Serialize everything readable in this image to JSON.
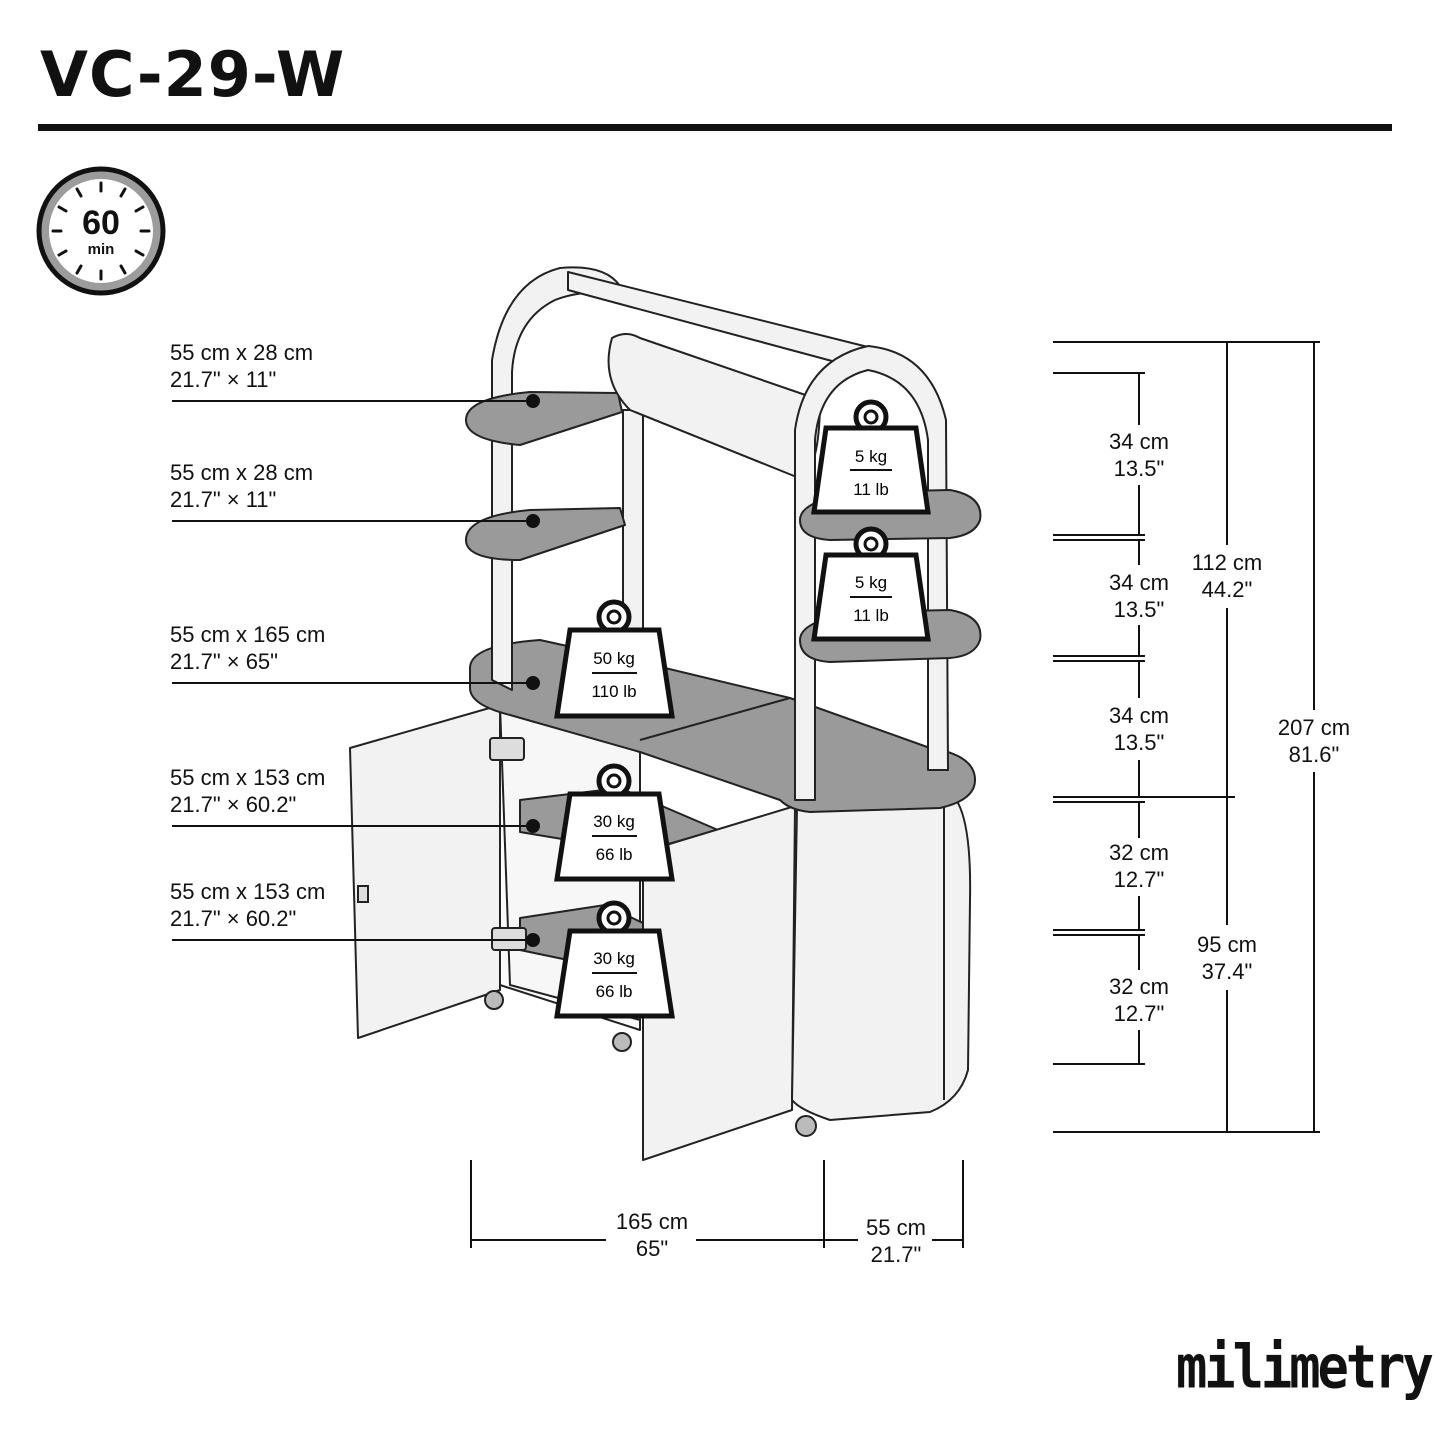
{
  "header": {
    "title": "VC-29-W"
  },
  "timer": {
    "value": "60",
    "unit": "min"
  },
  "shelf_labels": [
    {
      "size_cm": "55 cm x 28 cm",
      "size_in": "21.7\" × 11\""
    },
    {
      "size_cm": "55 cm x 28 cm",
      "size_in": "21.7\" × 11\""
    },
    {
      "size_cm": "55 cm x 165 cm",
      "size_in": "21.7\" × 65\""
    },
    {
      "size_cm": "55 cm x 153 cm",
      "size_in": "21.7\" × 60.2\""
    },
    {
      "size_cm": "55 cm x 153 cm",
      "size_in": "21.7\" × 60.2\""
    }
  ],
  "weights": [
    {
      "kg": "5 kg",
      "lb": "11 lb"
    },
    {
      "kg": "5 kg",
      "lb": "11 lb"
    },
    {
      "kg": "50 kg",
      "lb": "110 lb"
    },
    {
      "kg": "30 kg",
      "lb": "66 lb"
    },
    {
      "kg": "30 kg",
      "lb": "66 lb"
    }
  ],
  "vertical_dims": [
    {
      "cm": "34 cm",
      "in": "13.5\""
    },
    {
      "cm": "34 cm",
      "in": "13.5\""
    },
    {
      "cm": "34 cm",
      "in": "13.5\""
    },
    {
      "cm": "32 cm",
      "in": "12.7\""
    },
    {
      "cm": "32 cm",
      "in": "12.7\""
    }
  ],
  "section_dims": {
    "upper": {
      "cm": "112 cm",
      "in": "44.2\""
    },
    "lower": {
      "cm": "95 cm",
      "in": "37.4\""
    },
    "total": {
      "cm": "207 cm",
      "in": "81.6\""
    }
  },
  "horizontal_dims": {
    "width": {
      "cm": "165 cm",
      "in": "65\""
    },
    "depth": {
      "cm": "55 cm",
      "in": "21.7\""
    }
  },
  "brand": {
    "logo_text": "milimetry"
  },
  "colors": {
    "ink": "#111111",
    "shelf": "#9a9a9a",
    "panel": "#f2f2f2",
    "line": "#222222"
  }
}
